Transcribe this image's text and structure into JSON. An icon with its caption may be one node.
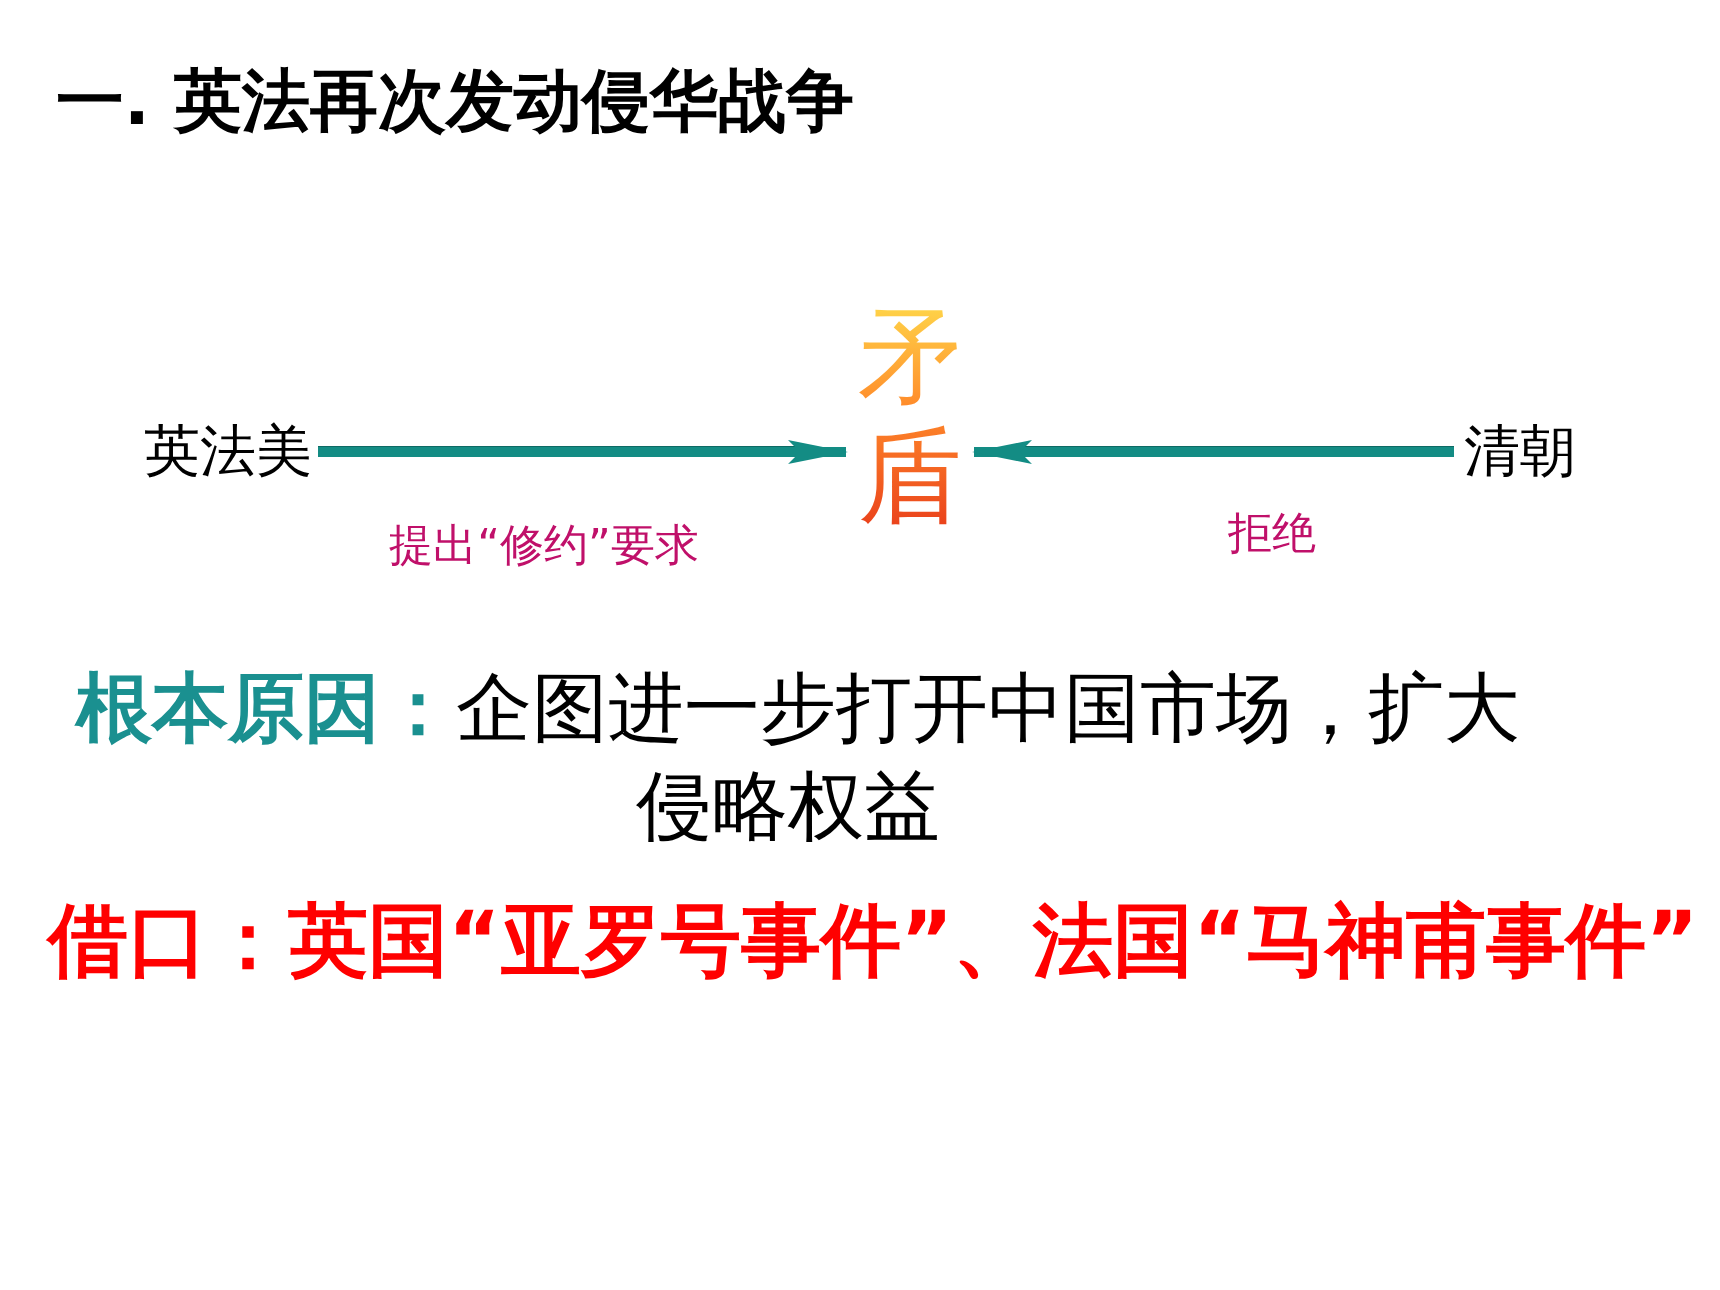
{
  "diagram": {
    "title": "一. 英法再次发动侵华战争",
    "nodes": [
      {
        "text": [
          "英法美"
        ]
      },
      {
        "text": [
          "矛盾"
        ]
      },
      {
        "text": [
          "清朝"
        ]
      }
    ],
    "edges": [
      {
        "from": 0,
        "to": 1,
        "arrow": "to",
        "label": "提出“修约”要求"
      },
      {
        "from": 2,
        "to": 1,
        "arrow": "to",
        "label": "拒绝"
      }
    ],
    "labels": [
      "**根本原因：**企图进一步打开中国市场，扩大侵略权益",
      "借口：英国“亚罗号事件”、法国“马神甫事件”"
    ]
  }
}
